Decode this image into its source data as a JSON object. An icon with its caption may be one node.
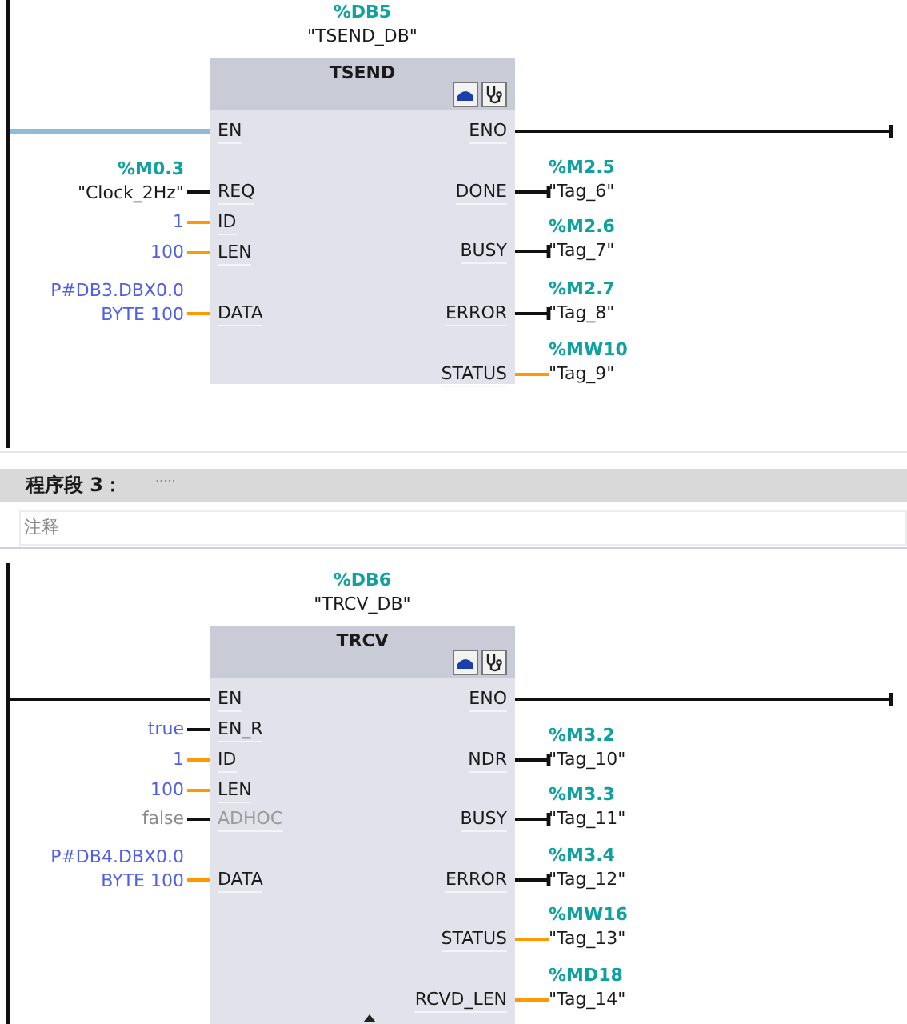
{
  "diagram": {
    "nodes": [
      {
        "text": [],
        "shape": "bar"
      },
      {
        "text": [
          "TSEND"
        ],
        "beside": [
          "%DB5",
          "\"TSEND_DB\""
        ]
      },
      {
        "text": [
          "EN"
        ],
        "in": 1
      },
      {
        "text": [
          "REQ"
        ],
        "in": 1
      },
      {
        "text": [
          "ID"
        ],
        "in": 1
      },
      {
        "text": [
          "LEN"
        ],
        "in": 1
      },
      {
        "text": [
          "DATA"
        ],
        "in": 1
      },
      {
        "text": [
          "ENO"
        ],
        "in": 1
      },
      {
        "text": [
          "DONE"
        ],
        "in": 1
      },
      {
        "text": [
          "BUSY"
        ],
        "in": 1
      },
      {
        "text": [
          "ERROR"
        ],
        "in": 1
      },
      {
        "text": [
          "STATUS"
        ],
        "in": 1
      },
      {
        "text": [
          "%M0.3",
          "\"Clock_2Hz\""
        ]
      },
      {
        "text": [
          "1"
        ]
      },
      {
        "text": [
          "100"
        ]
      },
      {
        "text": [
          "P#DB3.DBX0.0 BYTE 100"
        ]
      },
      {
        "text": [
          "%M2.5",
          "\"Tag_6\""
        ]
      },
      {
        "text": [
          "%M2.6",
          "\"Tag_7\""
        ]
      },
      {
        "text": [
          "%M2.7",
          "\"Tag_8\""
        ]
      },
      {
        "text": [
          "%MW10",
          "\"Tag_9\""
        ]
      },
      {
        "text": [
          "程序段 3：",
          "....."
        ]
      },
      {
        "text": [
          "注释"
        ]
      },
      {
        "text": [],
        "shape": "bar"
      },
      {
        "text": [
          "TRCV"
        ],
        "beside": [
          "%DB6",
          "\"TRCV_DB\""
        ]
      },
      {
        "text": [
          "EN"
        ],
        "in": 23
      },
      {
        "text": [
          "EN_R"
        ],
        "in": 23
      },
      {
        "text": [
          "ID"
        ],
        "in": 23
      },
      {
        "text": [
          "LEN"
        ],
        "in": 23
      },
      {
        "text": [
          "ADHOC"
        ],
        "in": 23
      },
      {
        "text": [
          "DATA"
        ],
        "in": 23
      },
      {
        "text": [
          "ENO"
        ],
        "in": 23
      },
      {
        "text": [
          "NDR"
        ],
        "in": 23
      },
      {
        "text": [
          "BUSY"
        ],
        "in": 23
      },
      {
        "text": [
          "ERROR"
        ],
        "in": 23
      },
      {
        "text": [
          "STATUS"
        ],
        "in": 23
      },
      {
        "text": [
          "RCVD_LEN"
        ],
        "in": 23
      },
      {
        "text": [
          "true"
        ]
      },
      {
        "text": [
          "1"
        ]
      },
      {
        "text": [
          "100"
        ]
      },
      {
        "text": [
          "false"
        ]
      },
      {
        "text": [
          "P#DB4.DBX0.0 BYTE 100"
        ]
      },
      {
        "text": [
          "%M3.2",
          "\"Tag_10\""
        ]
      },
      {
        "text": [
          "%M3.3",
          "\"Tag_11\""
        ]
      },
      {
        "text": [
          "%M3.4",
          "\"Tag_12\""
        ]
      },
      {
        "text": [
          "%MW16",
          "\"Tag_13\""
        ]
      },
      {
        "text": [
          "%MD18",
          "\"Tag_14\""
        ]
      }
    ],
    "edges": [
      {
        "from": 0,
        "to": 2,
        "arrow": "none",
        "color": "#8fbcd8"
      },
      {
        "from": 12,
        "to": 3,
        "arrow": "none"
      },
      {
        "from": 13,
        "to": 4,
        "arrow": "none",
        "color": "#ff9900"
      },
      {
        "from": 14,
        "to": 5,
        "arrow": "none",
        "color": "#ff9900"
      },
      {
        "from": 15,
        "to": 6,
        "arrow": "none",
        "color": "#ff9900"
      },
      {
        "from": 7,
        "to": null,
        "arrow": "other"
      },
      {
        "from": 8,
        "to": 16,
        "arrow": "other"
      },
      {
        "from": 9,
        "to": 17,
        "arrow": "other"
      },
      {
        "from": 10,
        "to": 18,
        "arrow": "other"
      },
      {
        "from": 11,
        "to": 19,
        "arrow": "none",
        "color": "#ff9900"
      },
      {
        "from": 22,
        "to": 24,
        "arrow": "none"
      },
      {
        "from": 36,
        "to": 25,
        "arrow": "none"
      },
      {
        "from": 37,
        "to": 26,
        "arrow": "none",
        "color": "#ff9900"
      },
      {
        "from": 38,
        "to": 27,
        "arrow": "none",
        "color": "#ff9900"
      },
      {
        "from": 39,
        "to": 28,
        "arrow": "none"
      },
      {
        "from": 40,
        "to": 29,
        "arrow": "none",
        "color": "#ff9900"
      },
      {
        "from": 30,
        "to": null,
        "arrow": "other"
      },
      {
        "from": 31,
        "to": 41,
        "arrow": "other"
      },
      {
        "from": 32,
        "to": 42,
        "arrow": "other"
      },
      {
        "from": 33,
        "to": 43,
        "arrow": "other"
      },
      {
        "from": 34,
        "to": 44,
        "arrow": "none",
        "color": "#ff9900"
      },
      {
        "from": 35,
        "to": 45,
        "arrow": "none",
        "color": "#ff9900"
      }
    ]
  }
}
